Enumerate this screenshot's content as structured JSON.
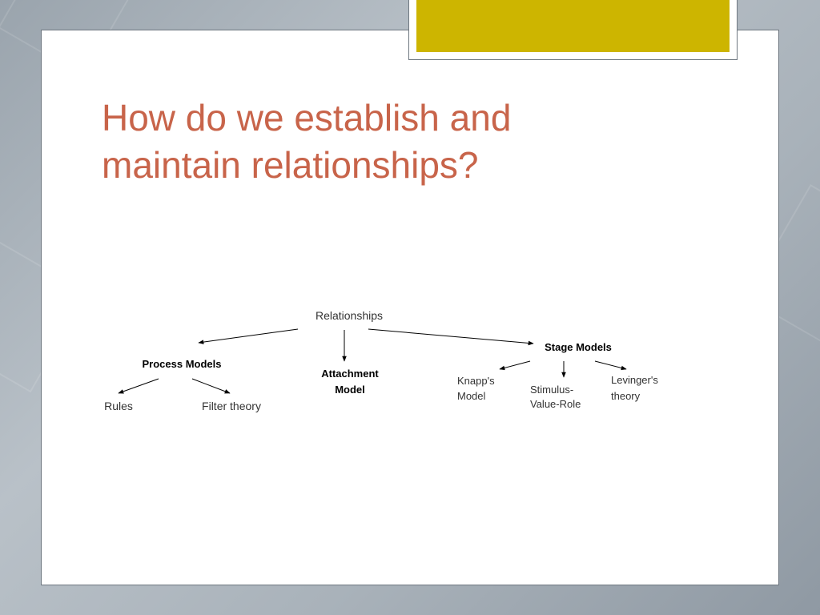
{
  "slide": {
    "title_line1": "How do we establish and",
    "title_line2": "maintain relationships?",
    "colors": {
      "title": "#c8644a",
      "accent": "#cdb500"
    }
  },
  "diagram": {
    "root": "Relationships",
    "process_models": {
      "label": "Process Models",
      "children": [
        "Rules",
        "Filter theory"
      ]
    },
    "attachment": {
      "line1": "Attachment",
      "line2": "Model"
    },
    "stage_models": {
      "label": "Stage Models",
      "knapp": {
        "line1": "Knapp's",
        "line2": "Model"
      },
      "svr": {
        "line1": "Stimulus-",
        "line2": "Value-Role"
      },
      "levinger": {
        "line1": "Levinger's",
        "line2": "theory"
      }
    }
  }
}
